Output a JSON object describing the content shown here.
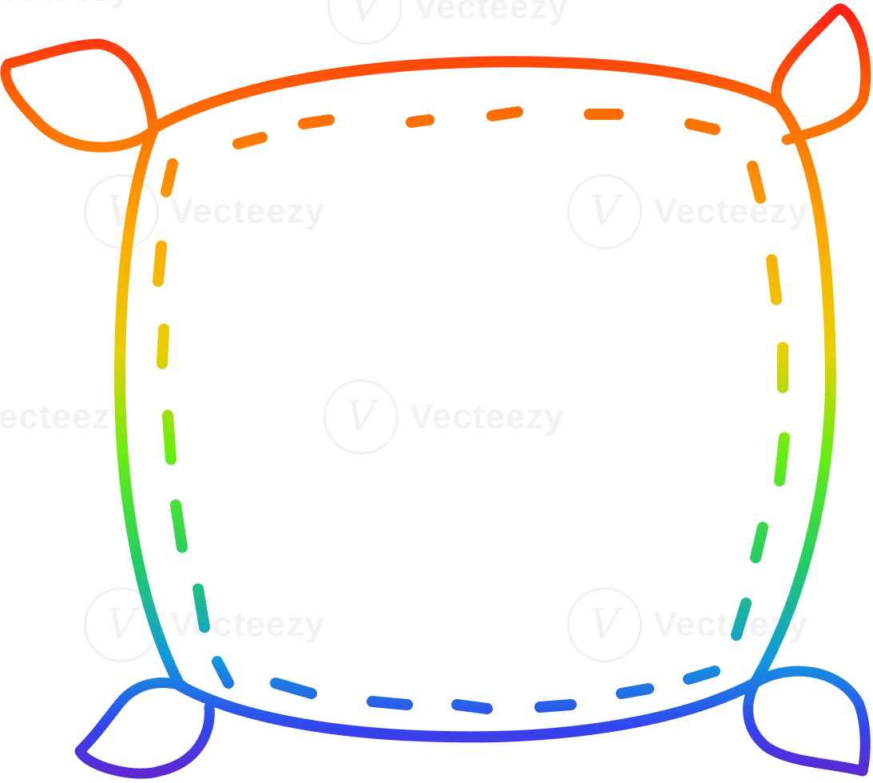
{
  "watermark": {
    "text": "Vecteezy",
    "glyph": "V"
  },
  "colors": {
    "stroke_gradient": [
      "#ff1a1a",
      "#ff6600",
      "#ffaa00",
      "#e6d000",
      "#66ee11",
      "#22cc66",
      "#1199dd",
      "#3344ee",
      "#6622cc"
    ]
  },
  "icon": "rainbow-pillow-outline-drawing"
}
